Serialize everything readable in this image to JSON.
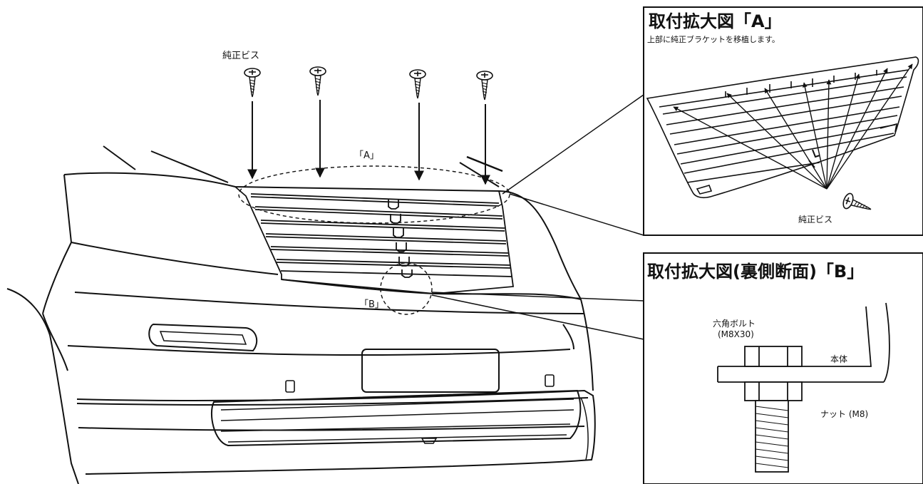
{
  "main": {
    "screw_label": "純正ビス",
    "callout_a": "「A」",
    "callout_b": "「B」"
  },
  "panel_a": {
    "title": "取付拡大図「A」",
    "subtitle": "上部に純正ブラケットを移植します。",
    "screw_label": "純正ビス"
  },
  "panel_b": {
    "title": "取付拡大図(裏側断面)「B」",
    "bolt_label": "六角ボルト",
    "bolt_size": "(M8X30)",
    "body_label": "本体",
    "nut_label": "ナット (M8)"
  }
}
